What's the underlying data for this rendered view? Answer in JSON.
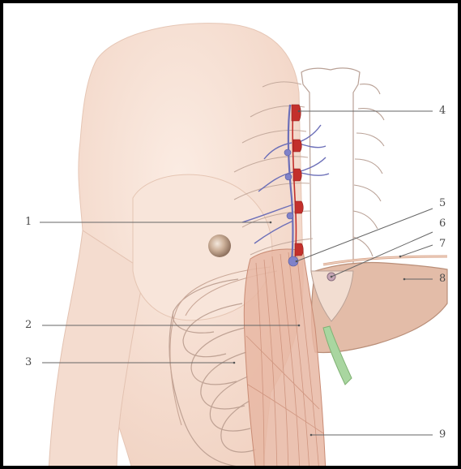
{
  "figure": {
    "labels": [
      {
        "id": "l1",
        "text": "1"
      },
      {
        "id": "l2",
        "text": "2"
      },
      {
        "id": "l3",
        "text": "3"
      },
      {
        "id": "l4",
        "text": "4"
      },
      {
        "id": "l5",
        "text": "5"
      },
      {
        "id": "l6",
        "text": "6"
      },
      {
        "id": "l7",
        "text": "7"
      },
      {
        "id": "l8",
        "text": "8"
      },
      {
        "id": "l9",
        "text": "9"
      }
    ]
  },
  "colors": {
    "skin": "#f6e0d4",
    "skin_shadow": "#e9c6b6",
    "outline": "#c9a493",
    "muscle": "#e7b4a0",
    "muscle_stroke": "#c98b74",
    "liver": "#dcb29d",
    "vein": "#6c6fb8",
    "artery": "#c3302c",
    "label_line": "#666666",
    "gallbladder": "#a9d6a0"
  }
}
